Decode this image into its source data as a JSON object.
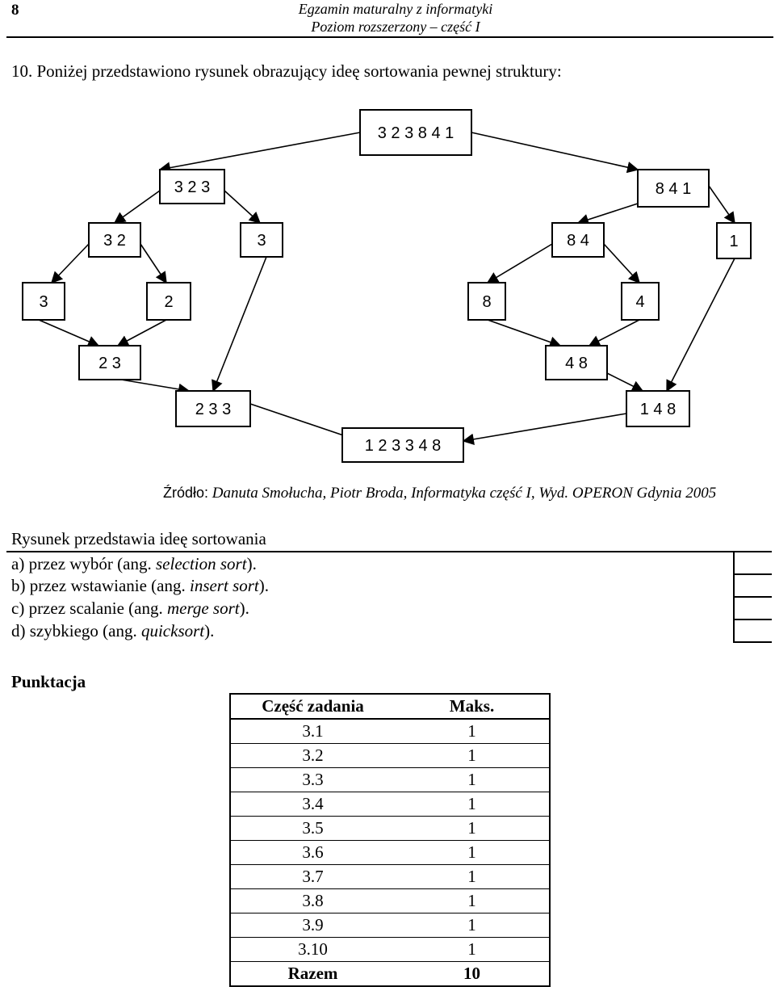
{
  "header": {
    "page_number": "8",
    "line1": "Egzamin maturalny z informatyki",
    "line2": "Poziom rozszerzony – część I"
  },
  "question": "10. Poniżej przedstawiono rysunek obrazujący ideę sortowania pewnej struktury:",
  "diagram": {
    "nodes": {
      "root": "3 2 3 8 4 1",
      "l": "3 2 3",
      "r": "8 4 1",
      "ll": "3 2",
      "lr": "3",
      "rl": "8 4",
      "rr": "1",
      "lll": "3",
      "llr": "2",
      "rll": "8",
      "rlr": "4",
      "m_ll": "2 3",
      "m_rl": "4 8",
      "m_l": "2 3 3",
      "m_r": "1 4 8",
      "result": "1 2 3 3 4 8"
    }
  },
  "source": {
    "label": "Źródło:",
    "text": " Danuta Smołucha, Piotr Broda, Informatyka część I, Wyd. OPERON Gdynia 2005"
  },
  "prompt": "Rysunek przedstawia ideę sortowania",
  "answers": [
    {
      "prefix": "a) przez wybór (ang. ",
      "term": "selection sort",
      "suffix": ")."
    },
    {
      "prefix": "b) przez wstawianie (ang. ",
      "term": "insert sort",
      "suffix": ")."
    },
    {
      "prefix": "c) przez scalanie (ang. ",
      "term": "merge sort",
      "suffix": ")."
    },
    {
      "prefix": "d) szybkiego (ang. ",
      "term": "quicksort",
      "suffix": ")."
    }
  ],
  "scoring": {
    "title": "Punktacja",
    "col_part": "Część zadania",
    "col_max": "Maks.",
    "rows": [
      {
        "part": "3.1",
        "max": "1"
      },
      {
        "part": "3.2",
        "max": "1"
      },
      {
        "part": "3.3",
        "max": "1"
      },
      {
        "part": "3.4",
        "max": "1"
      },
      {
        "part": "3.5",
        "max": "1"
      },
      {
        "part": "3.6",
        "max": "1"
      },
      {
        "part": "3.7",
        "max": "1"
      },
      {
        "part": "3.8",
        "max": "1"
      },
      {
        "part": "3.9",
        "max": "1"
      },
      {
        "part": "3.10",
        "max": "1"
      }
    ],
    "total_label": "Razem",
    "total_value": "10"
  }
}
